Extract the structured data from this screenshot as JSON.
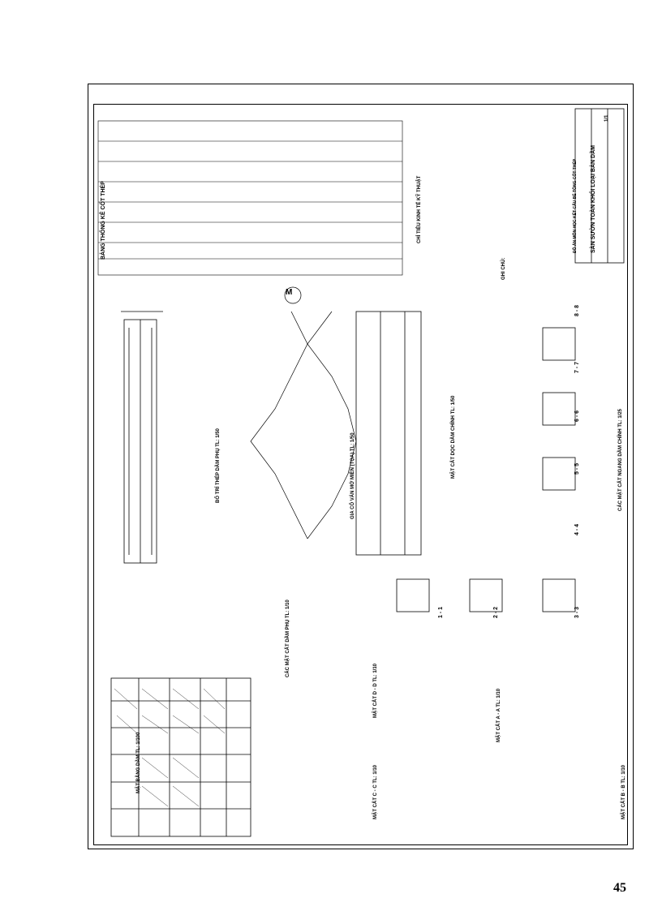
{
  "page": {
    "number": "45"
  },
  "drawing": {
    "orientation": "rotated -90deg",
    "section_titles": [
      "MẶT BẰNG DẦM TL: 1/100",
      "BỐ TRÍ THÉP DẦM PHỤ TL: 1/50",
      "MẶT CẮT DỌC DẦM CHÍNH TL: 1/50",
      "GIA CỐ VÁN MỚ MIỀN (TỌA) TL: 1/50",
      "CÁC MẶT CẮT NGANG DẦM CHÍNH TL: 1/25",
      "CÁC MẶT CẮT DẦM PHỤ TL: 1/10",
      "MẶT CẮT B - B TL: 1/10",
      "MẶT CẮT A - A TL: 1/10",
      "MẶT CẮT C - C TL: 1/10",
      "MẶT CẮT D - D TL: 1/10"
    ],
    "steel_table_title": "BẢNG THỐNG KÊ CỐT THÉP",
    "material_table_title": "CHỈ TIÊU KINH TẾ KỸ THUẬT",
    "notes_label": "GHI CHÚ:",
    "title_block": {
      "project": "ĐỒ ÁN MÔN HỌC KẾT CẤU BÊ TÔNG CỐT THÉP",
      "drawing_name": "SÀN SƯỜN TOÀN KHỐI LOẠI BẢN DẦM",
      "sheet_no": "1/1"
    },
    "section_marks": [
      "1 - 1",
      "2 - 2",
      "3 - 3",
      "4 - 4",
      "5 - 5",
      "6 - 6",
      "7 - 7",
      "8 - 8"
    ],
    "circle_mark": "M"
  }
}
